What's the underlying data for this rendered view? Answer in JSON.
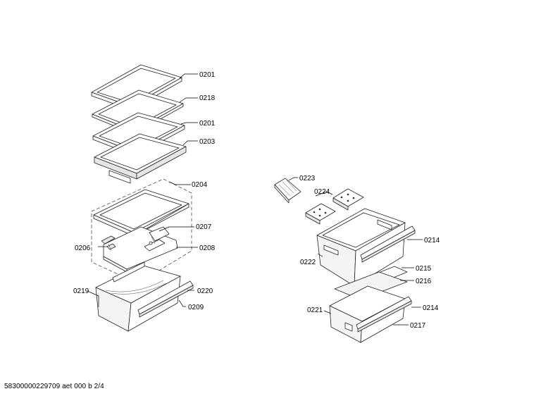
{
  "labels": {
    "l0201a": "0201",
    "l0218": "0218",
    "l0201b": "0201",
    "l0203": "0203",
    "l0204": "0204",
    "l0207": "0207",
    "l0206": "0206",
    "l0208": "0208",
    "l0219": "0219",
    "l0220": "0220",
    "l0209": "0209",
    "l0223": "0223",
    "l0224": "0224",
    "l0214a": "0214",
    "l0222": "0222",
    "l0215": "0215",
    "l0216": "0216",
    "l0221": "0221",
    "l0214b": "0214",
    "l0217": "0217"
  },
  "footer": "58300000229709 aet 000 b 2/4"
}
